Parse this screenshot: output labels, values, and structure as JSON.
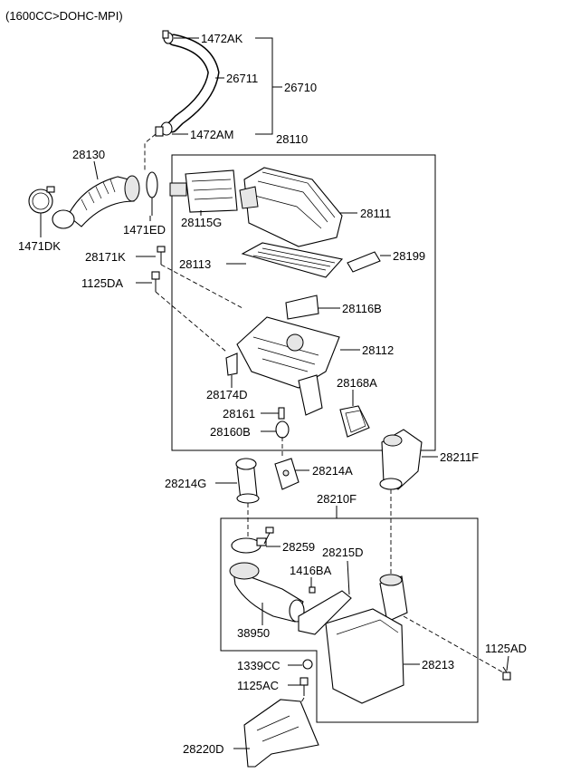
{
  "header": {
    "title": "(1600CC>DOHC-MPI)"
  },
  "labels": {
    "p1472AK": "1472AK",
    "p26711": "26711",
    "p26710": "26710",
    "p1472AM": "1472AM",
    "p28110": "28110",
    "p28130": "28130",
    "p28111": "28111",
    "p28115G": "28115G",
    "p1471ED": "1471ED",
    "p1471DK": "1471DK",
    "p28171K": "28171K",
    "p28113": "28113",
    "p28199": "28199",
    "p1125DA": "1125DA",
    "p28116B": "28116B",
    "p28112": "28112",
    "p28174D": "28174D",
    "p28168A": "28168A",
    "p28161": "28161",
    "p28160B": "28160B",
    "p28211F": "28211F",
    "p28214G": "28214G",
    "p28214A": "28214A",
    "p28210F": "28210F",
    "p28259": "28259",
    "p28215D": "28215D",
    "p1416BA": "1416BA",
    "p38950": "38950",
    "p1125AD": "1125AD",
    "p1339CC": "1339CC",
    "p28213": "28213",
    "p1125AC": "1125AC",
    "p28220D": "28220D"
  }
}
